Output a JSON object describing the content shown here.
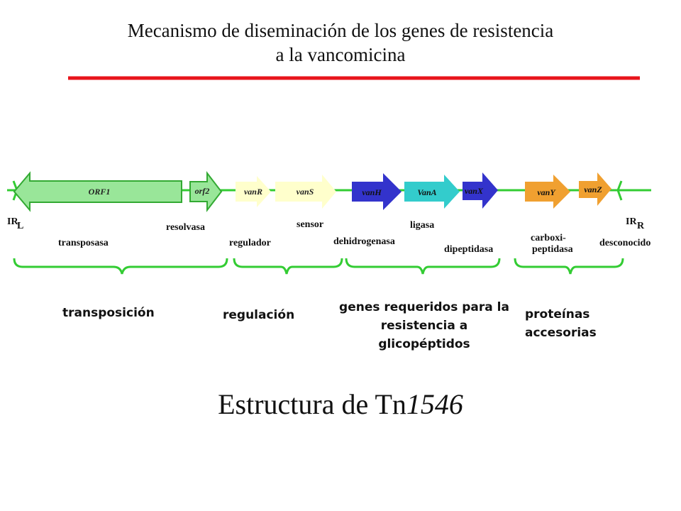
{
  "title": {
    "line1": "Mecanismo de diseminación de los genes de resistencia",
    "line2": "a la vancomicina"
  },
  "colors": {
    "title_rule": "#e8141b",
    "backbone": "#33cc33",
    "orf1": "#99e699",
    "regulatory": "#ffffcc",
    "vanH": "#3333cc",
    "vanA": "#33cccc",
    "vanX": "#3333cc",
    "accessory": "#f0a030"
  },
  "genes": {
    "orf1": "ORF1",
    "orf2": "orf2",
    "vanR": "vanR",
    "vanS": "vanS",
    "vanH": "vanH",
    "vanA": "VanA",
    "vanX": "vanX",
    "vanY": "vanY",
    "vanZ": "vanZ"
  },
  "ir": {
    "left": "IR",
    "left_sub": "L",
    "right": "IR",
    "right_sub": "R"
  },
  "functions": {
    "transposasa": "transposasa",
    "resolvasa": "resolvasa",
    "regulador": "regulador",
    "sensor": "sensor",
    "dehidrogenasa": "dehidrogenasa",
    "ligasa": "ligasa",
    "dipeptidasa": "dipeptidasa",
    "carboxi_1": "carboxi-",
    "carboxi_2": "peptidasa",
    "desconocido": "desconocido"
  },
  "groups": {
    "transposicion": "transposición",
    "regulacion": "regulación",
    "genes_requeridos": "genes requeridos para la resistencia a glicopéptidos",
    "proteinas": "proteínas accesorias"
  },
  "footer_title": {
    "text": "Estructura de Tn",
    "italic": "1546"
  }
}
